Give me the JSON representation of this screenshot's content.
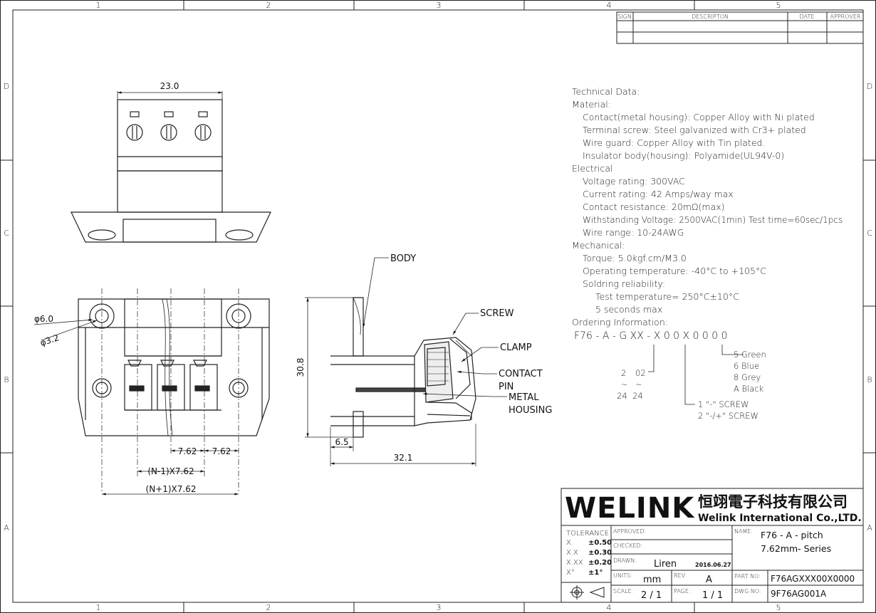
{
  "frame": {
    "columns": [
      "1",
      "2",
      "3",
      "4",
      "5"
    ],
    "rows": [
      "D",
      "C",
      "B",
      "A"
    ]
  },
  "revision_block": {
    "sign": "SIGN",
    "description": "DESCRIPTON",
    "date": "DATE",
    "approver": "APPROVER"
  },
  "technical": {
    "lines": [
      "Technical Data:",
      "Material:",
      "Contact(metal housing): Copper Alloy  with Ni plated",
      "Terminal screw: Steel galvanized with Cr3+ plated",
      "Wire guard: Copper Alloy with Tin plated.",
      "Insulator body(housing): Polyamide(UL94V-0)",
      "Electrical",
      "Voltage rating: 300VAC",
      "Current rating: 42 Amps/way max",
      "Contact resistance: 20mΩ(max)",
      "Withstanding Voltage: 2500VAC(1min) Test time=60sec/1pcs",
      "Wire range: 10-24AWG",
      "Mechanical:",
      "Torque: 5.0kgf.cm/M3.0",
      "Operating temperature: -40°C to +105°C",
      "Soldring reliability:",
      "Test temperature= 250°C±10°C",
      "5 seconds max",
      "Ordering Information:"
    ],
    "ordering_code": "F76 - A - G XX - X 0  0 X  0 0 0 0",
    "color_options": [
      "5  Green",
      "6  Blue",
      "8  Grey",
      "A  Black"
    ],
    "pin_range": {
      "a": "2",
      "b": "02",
      "c": "~",
      "d": "~",
      "e": "24",
      "f": "24"
    },
    "screw_options": [
      "1  \"-\" SCREW",
      "2  \"-/+\" SCREW"
    ]
  },
  "dimensions": {
    "top_width": "23.0",
    "hole_large": "φ6.0",
    "hole_small": "φ3.2",
    "pitch_a": "7.62",
    "pitch_b": "7.62",
    "n_minus": "(N-1)X7.62",
    "n_plus": "(N+1)X7.62",
    "height": "30.8",
    "flange": "6.5",
    "depth": "32.1"
  },
  "callouts": {
    "body": "BODY",
    "screw": "SCREW",
    "clamp": "CLAMP",
    "contact_pin_1": "CONTACT",
    "contact_pin_2": "PIN",
    "metal_housing_1": "METAL",
    "metal_housing_2": "HOUSING"
  },
  "title_block": {
    "logo": "WELINK",
    "company_cn": "恒翊電子科技有限公司",
    "company_en": "Welink International Co.,LTD.",
    "tolerance_label": "TOLERANCE",
    "tolerances": [
      {
        "k": "X.",
        "v": "±0.50"
      },
      {
        "k": "X.X",
        "v": "±0.30"
      },
      {
        "k": "X.XX",
        "v": "±0.20"
      },
      {
        "k": "X°",
        "v": "±1°"
      }
    ],
    "approved_label": "APPROVED:",
    "checked_label": "CHECKED:",
    "drawn_label": "DRAWN:",
    "drawn_by": "Liren",
    "drawn_date": "2016.06.27",
    "units_label": "UNITS:",
    "units": "mm",
    "rev_label": "REV:",
    "rev": "A",
    "scale_label": "SCALE:",
    "scale": "2 / 1",
    "page_label": "PAGE:",
    "page": "1 / 1",
    "name_label": "NAME:",
    "name_1": "F76 - A - pitch",
    "name_2": "7.62mm- Series",
    "part_no_label": "PART NO:",
    "part_no": "F76AGXXX00X0000",
    "dwg_no_label": "DWG NO:",
    "dwg_no": "9F76AG001A"
  }
}
